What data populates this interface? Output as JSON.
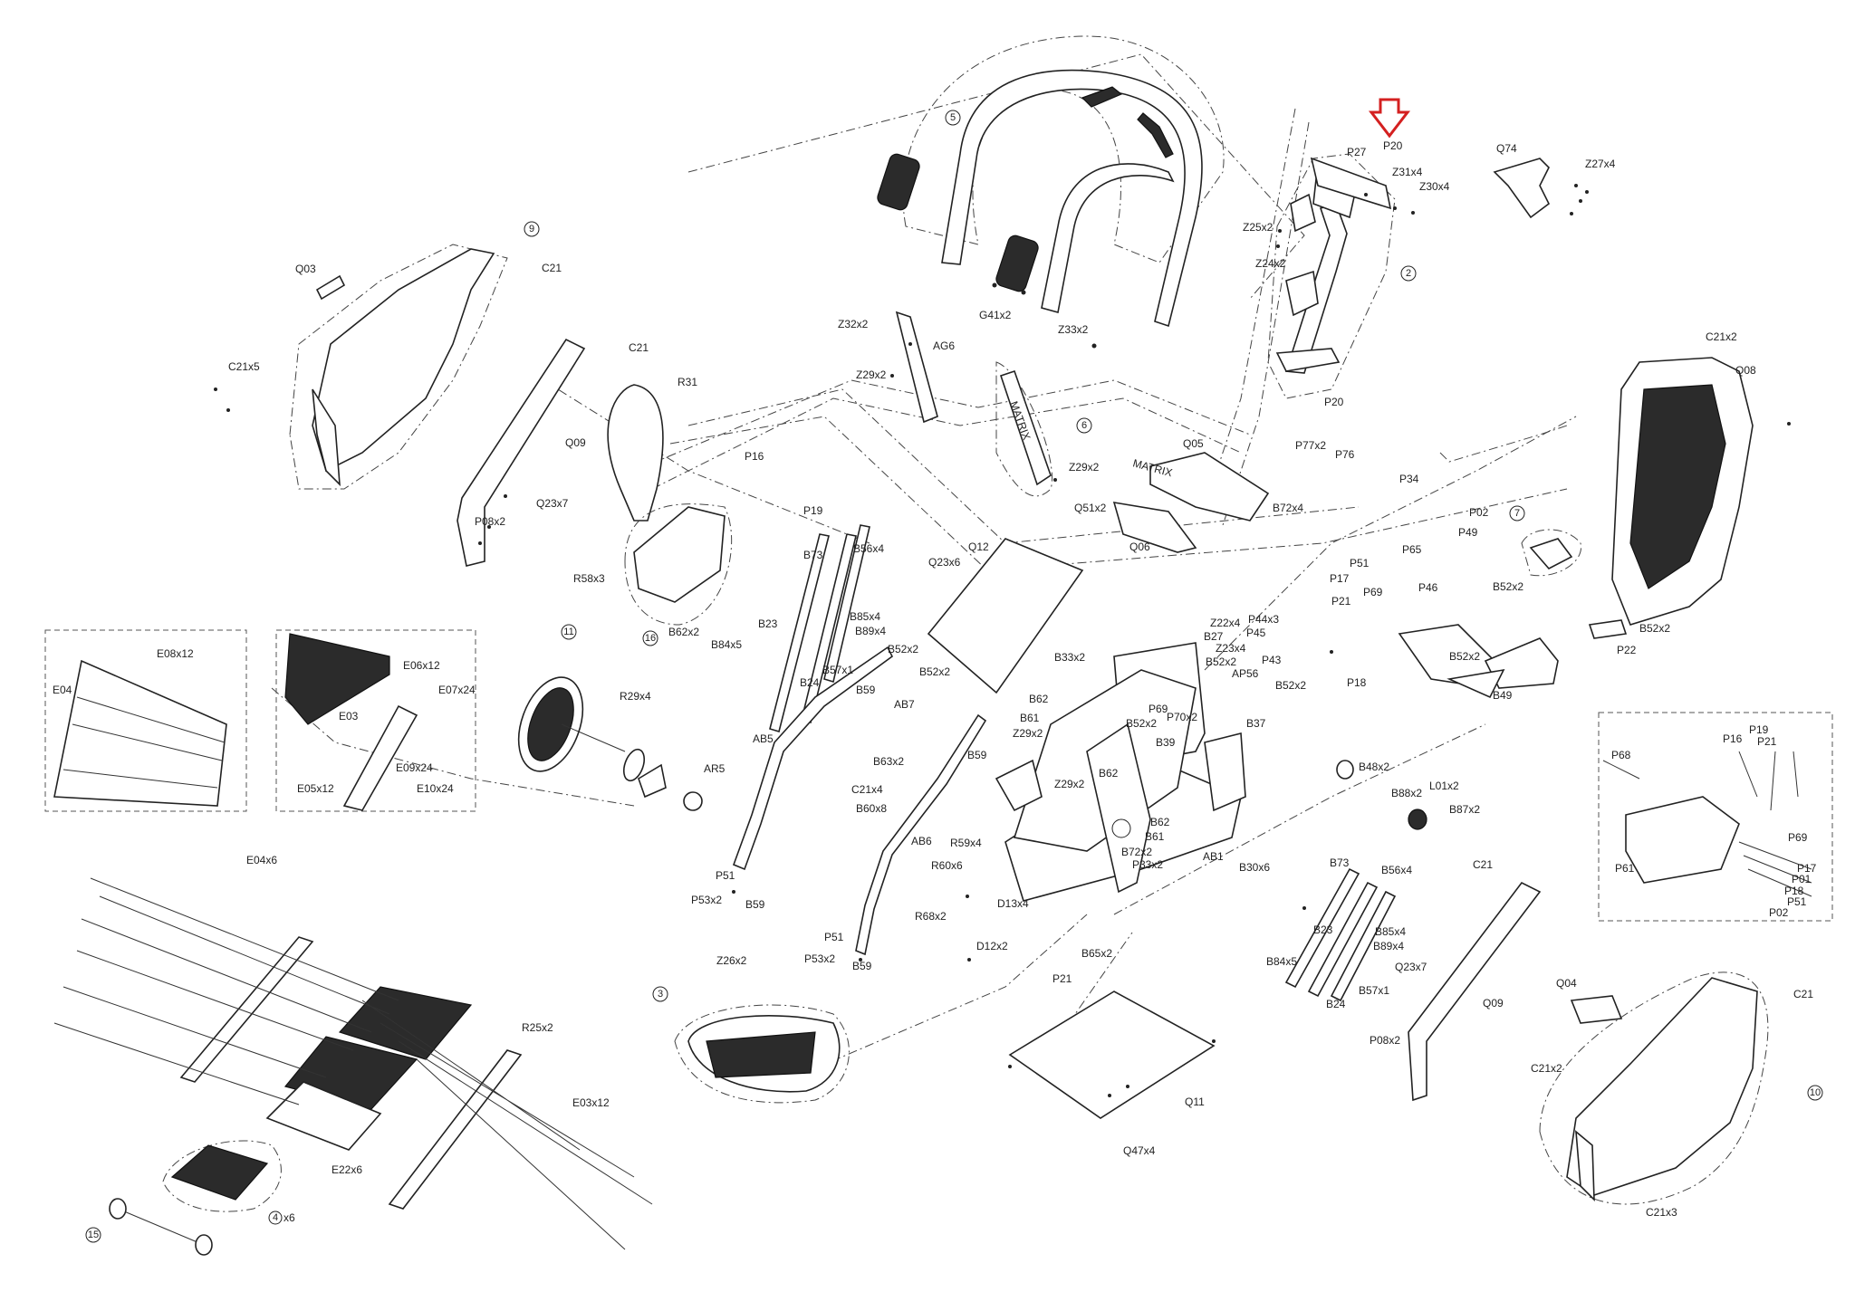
{
  "labels": {
    "z31x4": "Z31x4",
    "z30x4": "Z30x4",
    "p27": "P27",
    "p20_top": "P20",
    "q74": "Q74",
    "z27x4": "Z27x4",
    "z25x2": "Z25x2",
    "z24x2": "Z24x2",
    "p20": "P20",
    "q08": "Q08",
    "c21x2_top": "C21x2",
    "g41x2": "G41x2",
    "z33x2_top": "Z33x2",
    "z32x2": "Z32x2",
    "ag6": "AG6",
    "z29x2_a": "Z29x2",
    "z29x2_b": "Z29x2",
    "q03": "Q03",
    "c21_a": "C21",
    "c21x5": "C21x5",
    "c21_b": "C21",
    "q09_left": "Q09",
    "q23x7_left": "Q23x7",
    "p08x2_left": "P08x2",
    "r31": "R31",
    "r58x3": "R58x3",
    "b62x2": "B62x2",
    "p16": "P16",
    "p19": "P19",
    "b73_a": "B73",
    "b56x4_a": "B56x4",
    "q23x6": "Q23x6",
    "q12": "Q12",
    "b85x4_a": "B85x4",
    "b89x4_a": "B89x4",
    "b23_a": "B23",
    "b84x5_a": "B84x5",
    "b57x1_a": "B57x1",
    "b24_a": "B24",
    "b59_a": "B59",
    "q05": "Q05",
    "q51x2": "Q51x2",
    "q06": "Q06",
    "b72x4": "B72x4",
    "p77x2": "P77x2",
    "p76": "P76",
    "p34": "P34",
    "p02_top": "P02",
    "p49": "P49",
    "p65": "P65",
    "p51_top": "P51",
    "p17_top": "P17",
    "p69_top": "P69",
    "p46": "P46",
    "p21_top": "P21",
    "b52x2_a": "B52x2",
    "b52x2_b": "B52x2",
    "b52x2_c": "B52x2",
    "p22": "P22",
    "b49": "B49",
    "z22x4": "Z22x4",
    "p44x3": "P44x3",
    "b27": "B27",
    "p45": "P45",
    "z23x4": "Z23x4",
    "p43": "P43",
    "b52x2_d": "B52x2",
    "ap56": "AP56",
    "b52x2_e": "B52x2",
    "p18_mid": "P18",
    "b33x2": "B33x2",
    "b62_a": "B62",
    "b61_a": "B61",
    "z29x2_c": "Z29x2",
    "p69_mid": "P69",
    "p70x2": "P70x2",
    "b52x2_f": "B52x2",
    "b37": "B37",
    "b39": "B39",
    "b62_b": "B62",
    "z29x2_d": "Z29x2",
    "b62_c": "B62",
    "b61_b": "B61",
    "b72x2": "B72x2",
    "p33x2": "P33x2",
    "ab1": "AB1",
    "b30x6": "B30x6",
    "b52x2_g": "B52x2",
    "b59_b": "B59",
    "ab7": "AB7",
    "ab5": "AB5",
    "b63x2": "B63x2",
    "c21x4": "C21x4",
    "b60x8": "B60x8",
    "ab6": "AB6",
    "r59x4": "R59x4",
    "r60x6": "R60x6",
    "r68x2": "R68x2",
    "d13x4": "D13x4",
    "d12x2": "D12x2",
    "p51_a": "P51",
    "p53x2_a": "P53x2",
    "b59_c": "B59",
    "p51_b": "P51",
    "p53x2_b": "P53x2",
    "b59_d": "B59",
    "r29x4": "R29x4",
    "ar5": "AR5",
    "b48x2": "B48x2",
    "b88x2": "B88x2",
    "l01x2": "L01x2",
    "b87x2": "B87x2",
    "b73_b": "B73",
    "b56x4_b": "B56x4",
    "b23_b": "B23",
    "b85x4_b": "B85x4",
    "b89x4_b": "B89x4",
    "b84x5_b": "B84x5",
    "b57x1_b": "B57x1",
    "b24_b": "B24",
    "c21_c": "C21",
    "q23x7_right": "Q23x7",
    "q09_right": "Q09",
    "p08x2_right": "P08x2",
    "q04": "Q04",
    "c21_d": "C21",
    "c21x2_bot": "C21x2",
    "c21x3": "C21x3",
    "p21_bot": "P21",
    "b65x2": "B65x2",
    "q11": "Q11",
    "q47x4": "Q47x4",
    "z26x2": "Z26x2",
    "e08x12": "E08x12",
    "e04": "E04",
    "e06x12": "E06x12",
    "e03": "E03",
    "e07x24": "E07x24",
    "e05x12": "E05x12",
    "e09x24": "E09x24",
    "e10x24": "E10x24",
    "e04x6": "E04x6",
    "r25x2": "R25x2",
    "e03x12": "E03x12",
    "e22x6": "E22x6",
    "x6": "x6",
    "p68": "P68",
    "p16_box": "P16",
    "p19_box": "P19",
    "p21_box": "P21",
    "p61": "P61",
    "p69_box": "P69",
    "p17_box": "P17",
    "p01": "P01",
    "p18_box": "P18",
    "p51_box": "P51",
    "p02_box": "P02",
    "brand_a": "MATRIX",
    "brand_b": "MATRIX"
  },
  "callouts": {
    "c2": "2",
    "c3": "3",
    "c4": "4",
    "c5": "5",
    "c6": "6",
    "c7": "7",
    "c9": "9",
    "c10": "10",
    "c11": "11",
    "c15": "15",
    "c16": "16"
  },
  "colors": {
    "line": "#222222",
    "highlight_arrow": "#d42020",
    "background": "#ffffff"
  }
}
